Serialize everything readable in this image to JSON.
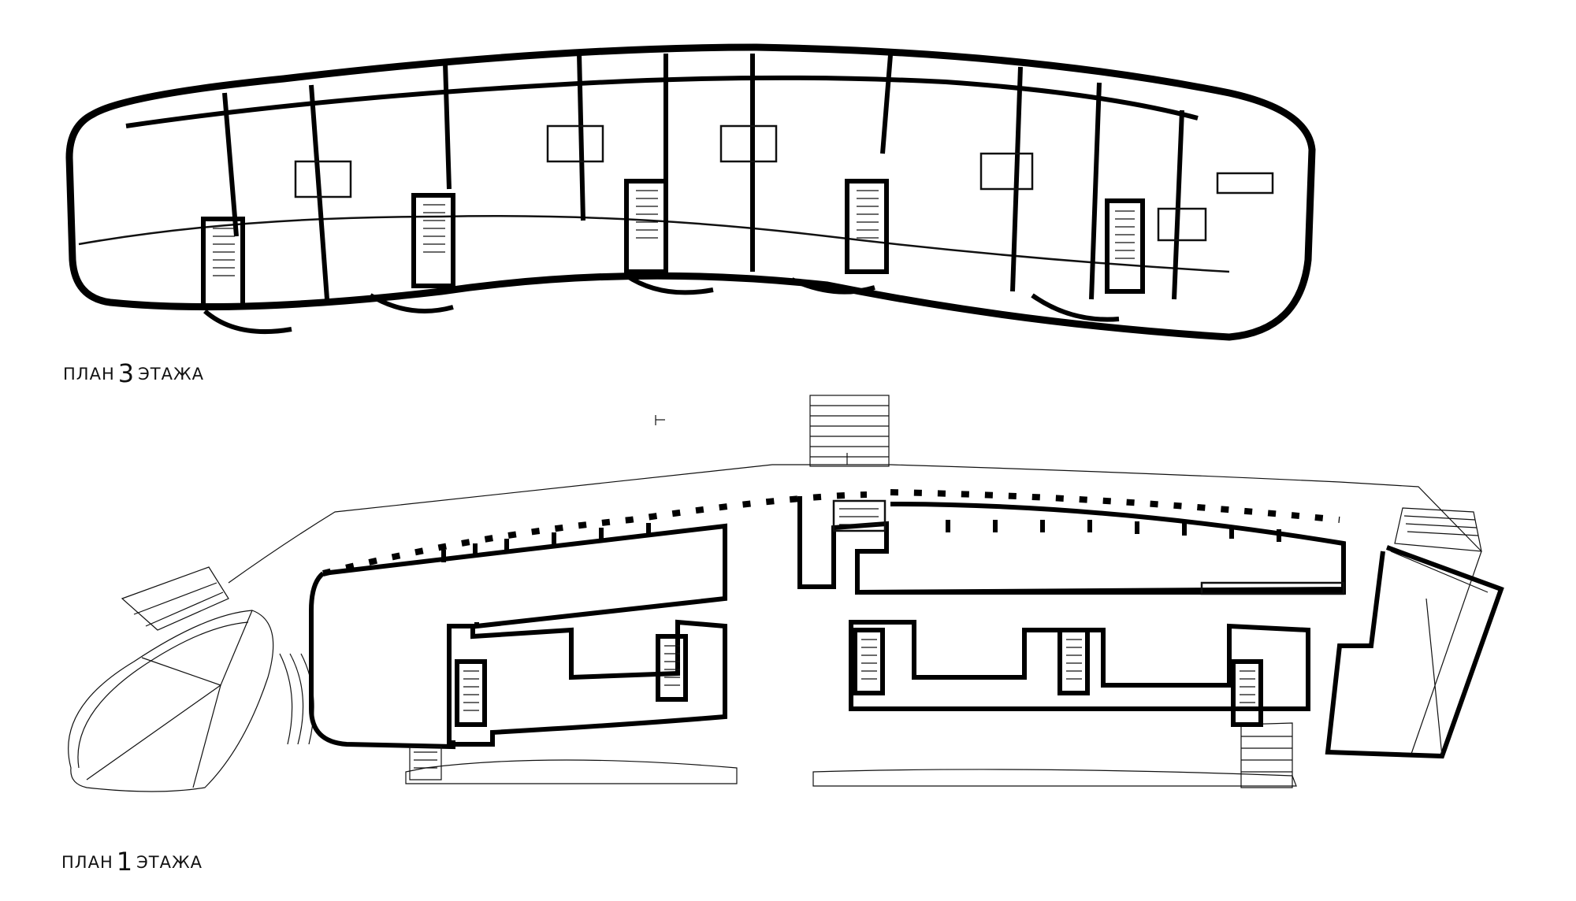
{
  "floor3_label": {
    "prefix": "ПЛАН",
    "number": "3",
    "suffix": "ЭТАЖА"
  },
  "floor1_label": {
    "prefix": "ПЛАН",
    "number": "1",
    "suffix": "ЭТАЖА"
  }
}
